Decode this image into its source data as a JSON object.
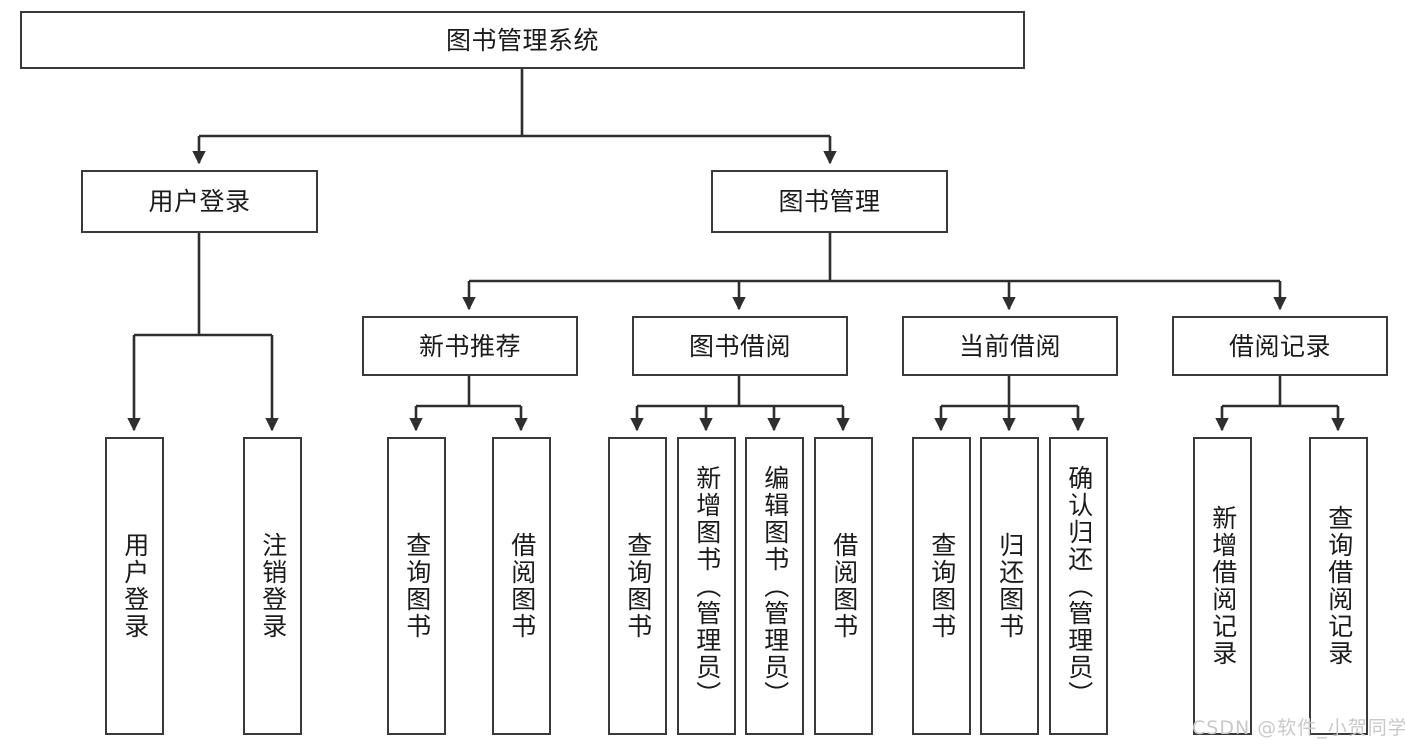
{
  "diagram": {
    "title": "图书管理系统",
    "type": "tree-hierarchy-diagram",
    "root": {
      "label": "图书管理系统"
    },
    "level2": [
      {
        "label": "用户登录"
      },
      {
        "label": "图书管理"
      }
    ],
    "level3": [
      {
        "label": "新书推荐"
      },
      {
        "label": "图书借阅"
      },
      {
        "label": "当前借阅"
      },
      {
        "label": "借阅记录"
      }
    ],
    "leaves": {
      "user_login": [
        {
          "label": "用户登录"
        },
        {
          "label": "注销登录"
        }
      ],
      "new_book_recommend": [
        {
          "label": "查询图书"
        },
        {
          "label": "借阅图书"
        }
      ],
      "book_borrow": [
        {
          "label": "查询图书"
        },
        {
          "label": "新增图书（管理员）"
        },
        {
          "label": "编辑图书（管理员）"
        },
        {
          "label": "借阅图书"
        }
      ],
      "current_borrow": [
        {
          "label": "查询图书"
        },
        {
          "label": "归还图书"
        },
        {
          "label": "确认归还（管理员）"
        }
      ],
      "borrow_record": [
        {
          "label": "新增借阅记录"
        },
        {
          "label": "查询借阅记录"
        }
      ]
    }
  },
  "watermark": {
    "text": "CSDN @软件_小贺同学"
  },
  "colors": {
    "border": "#3a3a3a",
    "background": "#ffffff",
    "text": "#1b1b1b",
    "watermark": "#c9c9c9"
  }
}
